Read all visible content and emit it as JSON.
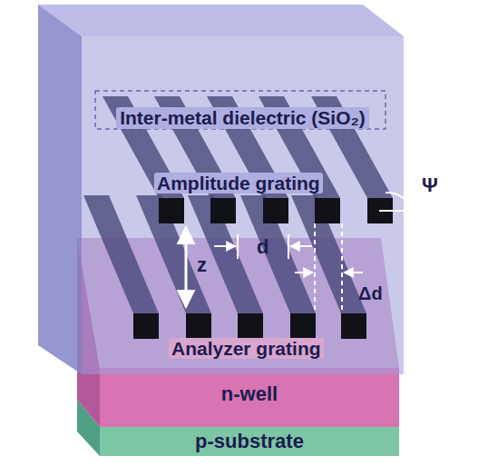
{
  "diagram": {
    "nodes": [
      {
        "text": [
          "Inter-metal dielectric (SiO₂)"
        ]
      },
      {
        "text": [
          "n-well"
        ]
      },
      {
        "text": [
          "p-substrate"
        ]
      }
    ],
    "labels": [
      "Amplitude grating",
      "Analyzer grating",
      "d",
      "z",
      "Δd",
      "Ψ"
    ]
  }
}
